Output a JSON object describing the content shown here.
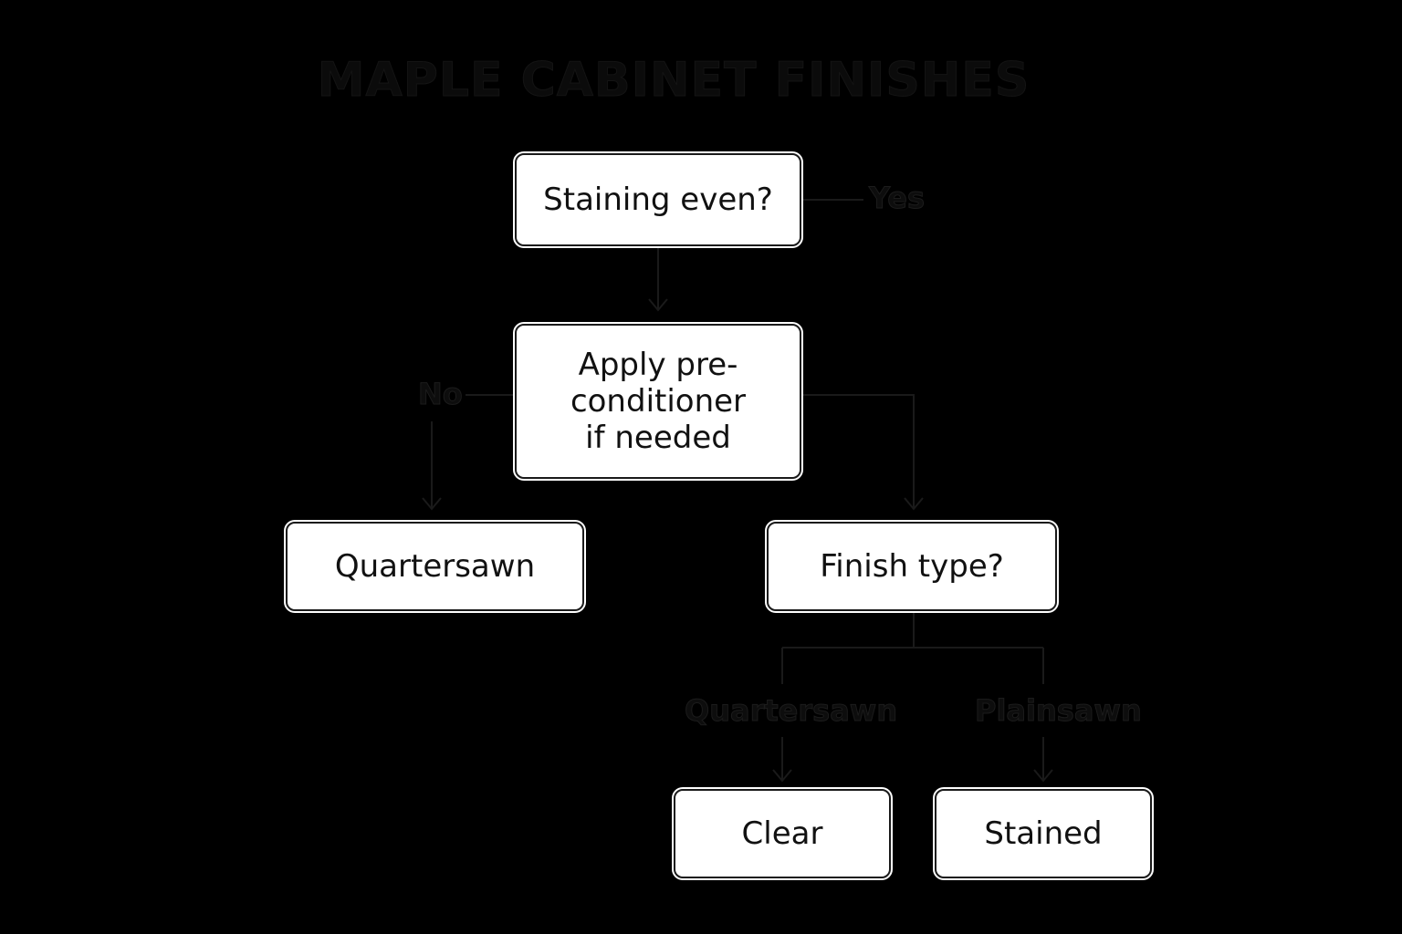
{
  "title": "MAPLE CABINET FINISHES",
  "nodes": {
    "staining": "Staining even?",
    "precondition": "Apply pre-\nconditioner\nif needed",
    "quartersawn": "Quartersawn",
    "finish_type": "Finish type?",
    "clear": "Clear",
    "stained": "Stained"
  },
  "edge_labels": {
    "yes": "Yes",
    "no": "No",
    "quartersawn": "Quartersawn",
    "plainsawn": "Plainsawn"
  },
  "colors": {
    "background": "#000000",
    "node_fill": "#ffffff",
    "line": "#1a1a1a"
  }
}
